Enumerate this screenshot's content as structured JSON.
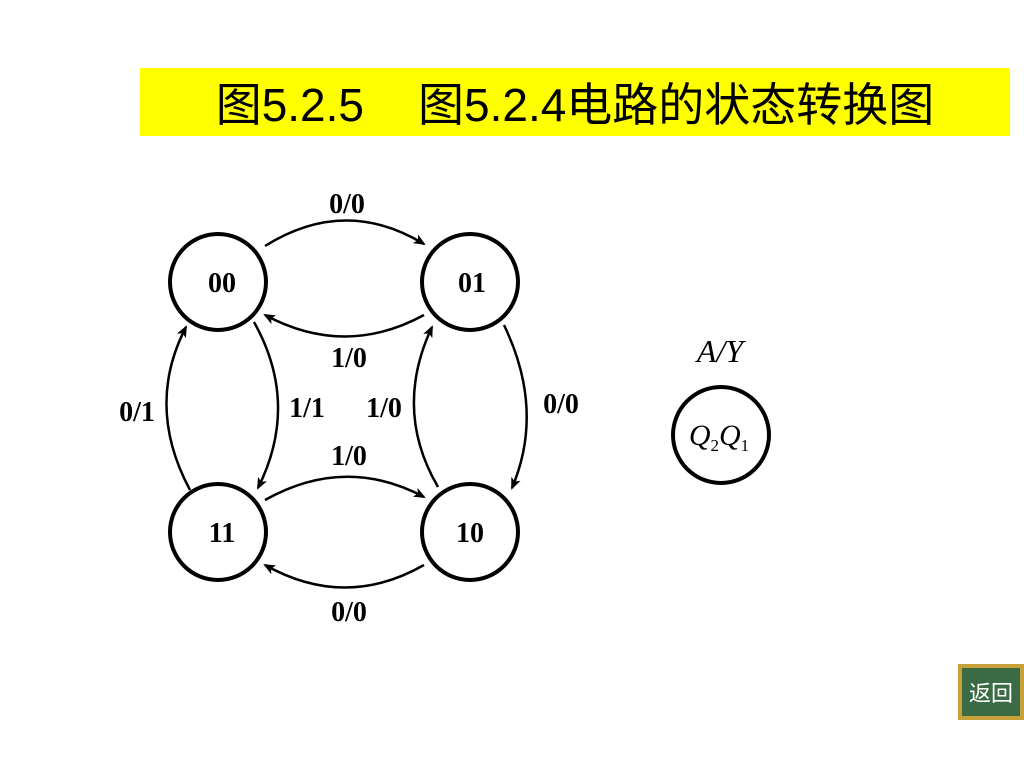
{
  "title": {
    "figure_number": "图5.2.5",
    "caption": "图5.2.4电路的状态转换图"
  },
  "diagram": {
    "states": [
      {
        "id": "s00",
        "label": "00"
      },
      {
        "id": "s01",
        "label": "01"
      },
      {
        "id": "s10",
        "label": "10"
      },
      {
        "id": "s11",
        "label": "11"
      }
    ],
    "transitions": [
      {
        "from": "00",
        "to": "01",
        "label": "0/0"
      },
      {
        "from": "01",
        "to": "00",
        "label": "1/0"
      },
      {
        "from": "00",
        "to": "11",
        "label": "1/1"
      },
      {
        "from": "10",
        "to": "01",
        "label": "1/0"
      },
      {
        "from": "01",
        "to": "10",
        "label": "0/0"
      },
      {
        "from": "11",
        "to": "10",
        "label": "1/0"
      },
      {
        "from": "10",
        "to": "11",
        "label": "0/0"
      },
      {
        "from": "11",
        "to": "00",
        "label": "0/1"
      }
    ],
    "legend": {
      "io_label": "A/Y",
      "state_symbol_q2": "Q",
      "state_symbol_q2_sub": "2",
      "state_symbol_q1": "Q",
      "state_symbol_q1_sub": "1"
    }
  },
  "nav": {
    "back_label": "返回"
  }
}
